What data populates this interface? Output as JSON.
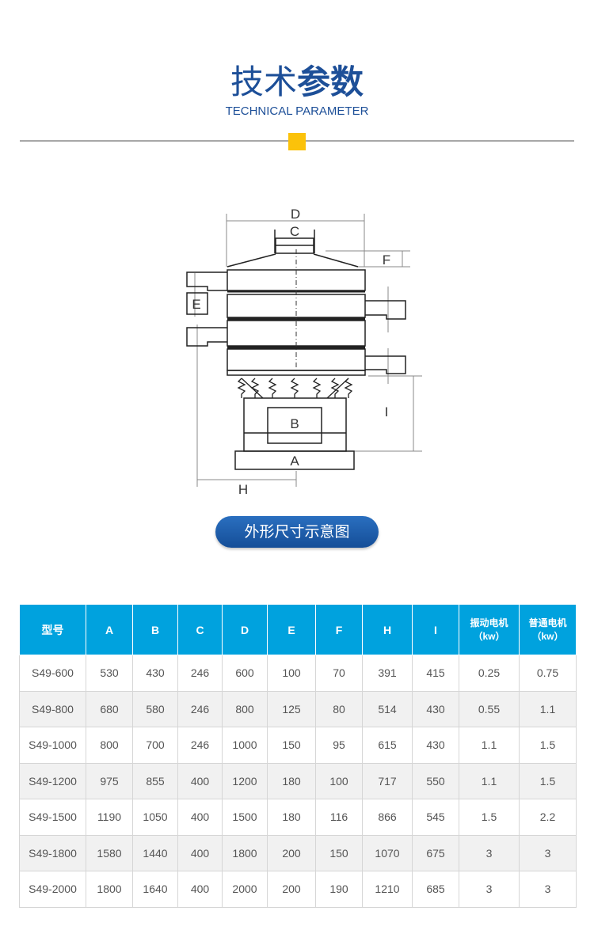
{
  "header": {
    "title_light": "技术",
    "title_bold": "参数",
    "subtitle": "TECHNICAL PARAMETER"
  },
  "diagram": {
    "labels": {
      "A": "A",
      "B": "B",
      "C": "C",
      "D": "D",
      "E": "E",
      "F": "F",
      "H": "H",
      "I": "I"
    },
    "caption": "外形尺寸示意图"
  },
  "table": {
    "headers": [
      "型号",
      "A",
      "B",
      "C",
      "D",
      "E",
      "F",
      "H",
      "I"
    ],
    "motor1": {
      "line1": "振动电机",
      "line2": "（kw）"
    },
    "motor2": {
      "line1": "普通电机",
      "line2": "（kw）"
    },
    "rows": [
      [
        "S49-600",
        "530",
        "430",
        "246",
        "600",
        "100",
        "70",
        "391",
        "415",
        "0.25",
        "0.75"
      ],
      [
        "S49-800",
        "680",
        "580",
        "246",
        "800",
        "125",
        "80",
        "514",
        "430",
        "0.55",
        "1.1"
      ],
      [
        "S49-1000",
        "800",
        "700",
        "246",
        "1000",
        "150",
        "95",
        "615",
        "430",
        "1.1",
        "1.5"
      ],
      [
        "S49-1200",
        "975",
        "855",
        "400",
        "1200",
        "180",
        "100",
        "717",
        "550",
        "1.1",
        "1.5"
      ],
      [
        "S49-1500",
        "1190",
        "1050",
        "400",
        "1500",
        "180",
        "116",
        "866",
        "545",
        "1.5",
        "2.2"
      ],
      [
        "S49-1800",
        "1580",
        "1440",
        "400",
        "1800",
        "200",
        "150",
        "1070",
        "675",
        "3",
        "3"
      ],
      [
        "S49-2000",
        "1800",
        "1640",
        "400",
        "2000",
        "200",
        "190",
        "1210",
        "685",
        "3",
        "3"
      ]
    ]
  },
  "colors": {
    "brand": "#1d4f98",
    "accent": "#fbc20a",
    "table_header": "#00a2de"
  }
}
